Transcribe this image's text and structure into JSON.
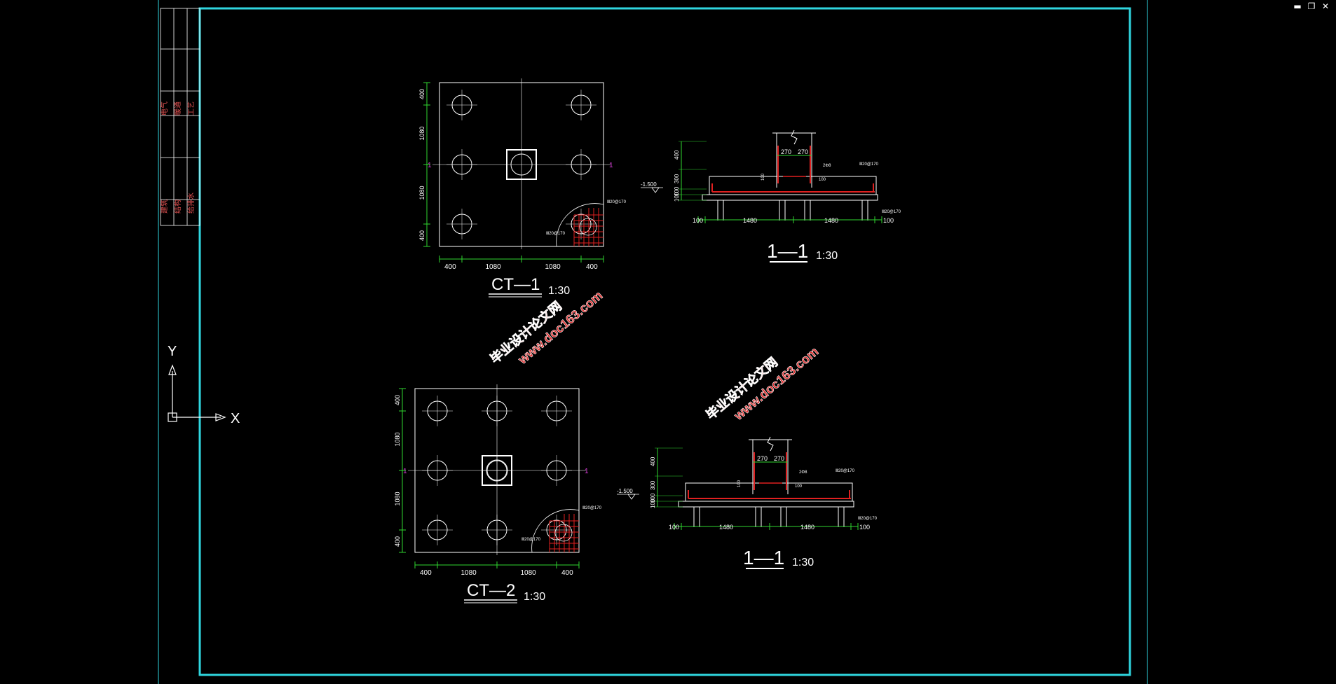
{
  "window": {
    "controls": [
      {
        "name": "minimize",
        "icon": "minimize-icon",
        "glyph": "▬"
      },
      {
        "name": "restore",
        "icon": "restore-icon",
        "glyph": "❐"
      },
      {
        "name": "close",
        "icon": "close-icon",
        "glyph": "✕"
      }
    ]
  },
  "colors": {
    "background": "#000000",
    "border": "#2fd6df",
    "line": "#ffffff",
    "dimension": "#2fd62f",
    "rebar": "#e02020",
    "marker": "#e040e0",
    "watermark": "#e03030",
    "titleblock_text": "#e05050"
  },
  "ucs": {
    "x_label": "X",
    "y_label": "Y"
  },
  "titleblock": {
    "labels": [
      "建筑",
      "结构",
      "给排水",
      "电气",
      "暖通",
      "工艺"
    ]
  },
  "drawings": {
    "ct1": {
      "title": "CT—1",
      "scale": "1:30",
      "dims_bottom": [
        "400",
        "1080",
        "1080",
        "400"
      ],
      "dims_left": [
        "400",
        "1080",
        "1080",
        "400"
      ],
      "marker": "1",
      "rebar_label_a": "Ⅲ20@170",
      "rebar_label_b": "Ⅲ20@170"
    },
    "ct2": {
      "title": "CT—2",
      "scale": "1:30",
      "dims_bottom": [
        "400",
        "1080",
        "1080",
        "400"
      ],
      "dims_left": [
        "400",
        "1080",
        "1080",
        "400"
      ],
      "marker": "1",
      "rebar_label_a": "Ⅲ20@170",
      "rebar_label_b": "Ⅲ20@170"
    },
    "section1": {
      "title": "1—1",
      "scale": "1:30",
      "elev": "-1.500",
      "dims_top": [
        "270",
        "270"
      ],
      "dims_left": [
        "400",
        "300",
        "100",
        "100"
      ],
      "dims_bottom": [
        "100",
        "1480",
        "1480",
        "100"
      ],
      "small_labels": [
        "2Φ8",
        "Ⅲ20@170",
        "Ⅲ20@170",
        "100",
        "100"
      ]
    },
    "section2": {
      "title": "1—1",
      "scale": "1:30",
      "elev": "-1.500",
      "dims_top": [
        "270",
        "270"
      ],
      "dims_left": [
        "400",
        "300",
        "100",
        "100"
      ],
      "dims_bottom": [
        "100",
        "1480",
        "1480",
        "100"
      ],
      "small_labels": [
        "2Φ8",
        "Ⅲ20@170",
        "Ⅲ20@170",
        "100",
        "100"
      ]
    }
  },
  "watermarks": [
    {
      "line1": "毕业设计论文网",
      "line2": "www.doc163.com"
    },
    {
      "line1": "毕业设计论文网",
      "line2": "www.doc163.com"
    }
  ]
}
